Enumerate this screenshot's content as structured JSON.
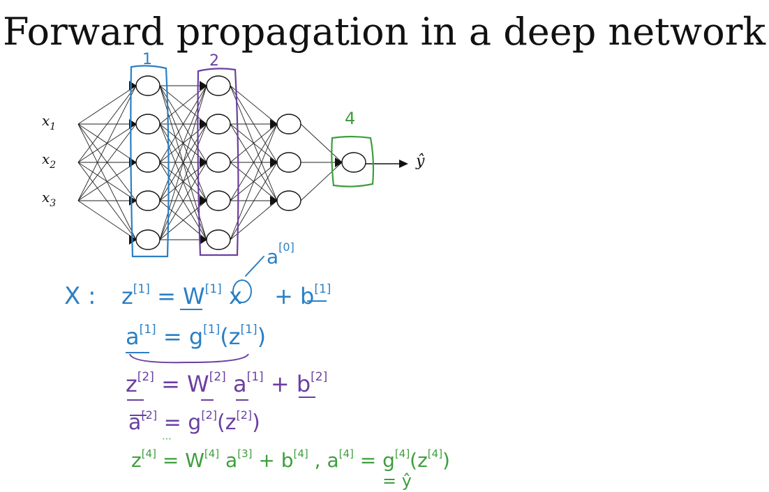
{
  "title": "Forward propagation in a deep network",
  "network": {
    "inputs": [
      "x",
      "x",
      "x"
    ],
    "input_subscripts": [
      "1",
      "2",
      "3"
    ],
    "output_label": "ŷ",
    "layer_sizes": [
      5,
      5,
      3,
      1
    ],
    "annotations": {
      "layer1": "1",
      "layer2": "2",
      "layer4": "4"
    }
  },
  "colors": {
    "blue": "#2a7fc4",
    "purple": "#6a3fa0",
    "green": "#3d9e3d",
    "ink": "#111111"
  },
  "handwriting": {
    "a0_note": "a^[0]",
    "x_label": "X :",
    "line1": "z^[1] = W^[1] x + b^[1]",
    "line2": "a^[1] = g^[1](z^[1])",
    "line3": "z^[2] = W^[2] a^[1] + b^[2]",
    "line4": "a^[2] = g^[2](z^[2])",
    "line5": "z^[4] = W^[4] a^[3] + b^[4] , a^[4] = g^[4](z^[4])",
    "line6": "= ŷ"
  }
}
